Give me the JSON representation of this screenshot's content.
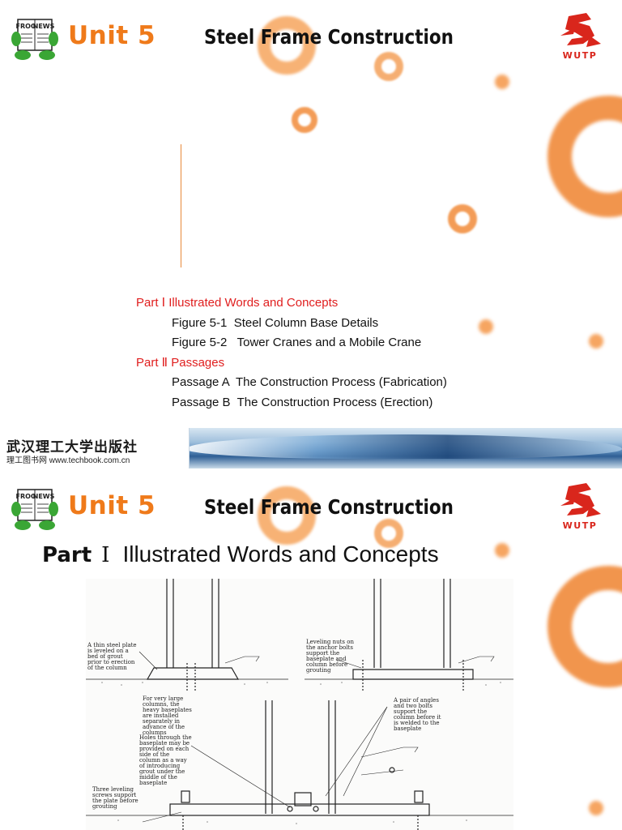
{
  "header": {
    "unit_label": "Unit 5",
    "title": "Steel Frame Construction",
    "left_logo_text": "FROG NEWS",
    "publisher_logo_text": "WUTP"
  },
  "slide1": {
    "toc": [
      {
        "kind": "part",
        "text": "Part Ⅰ Illustrated Words and Concepts"
      },
      {
        "kind": "sub",
        "text": "Figure 5-1  Steel Column Base Details"
      },
      {
        "kind": "sub",
        "text": "Figure 5-2   Tower Cranes and a Mobile Crane"
      },
      {
        "kind": "part",
        "text": "Part Ⅱ Passages"
      },
      {
        "kind": "sub",
        "text": "Passage A  The Construction Process (Fabrication)"
      },
      {
        "kind": "sub",
        "text": "Passage B  The Construction Process (Erection)"
      }
    ],
    "footer": {
      "publisher_name": "武汉理工大学出版社",
      "publisher_site": "理工图书网 www.techbook.com.cn"
    }
  },
  "slide2": {
    "part_label": "Part",
    "part_number": "Ⅰ",
    "part_title": "Illustrated Words and Concepts",
    "drawing_notes": [
      "A thin steel plate is leveled on a bed of grout prior to erection of the column",
      "Leveling nuts on the anchor bolts support the baseplate and column before grouting",
      "For very large columns, the heavy baseplates are installed separately in advance of the columns",
      "A pair of angles and two bolts support the column before it is welded to the baseplate",
      "Holes through the baseplate may be provided on each side of the column as a way of introducing grout under the middle of the baseplate",
      "Three leveling screws support the plate before grouting"
    ]
  },
  "colors": {
    "accent_orange": "#ef7a1a",
    "part_red": "#e01e1e",
    "logo_red": "#d9261c"
  }
}
